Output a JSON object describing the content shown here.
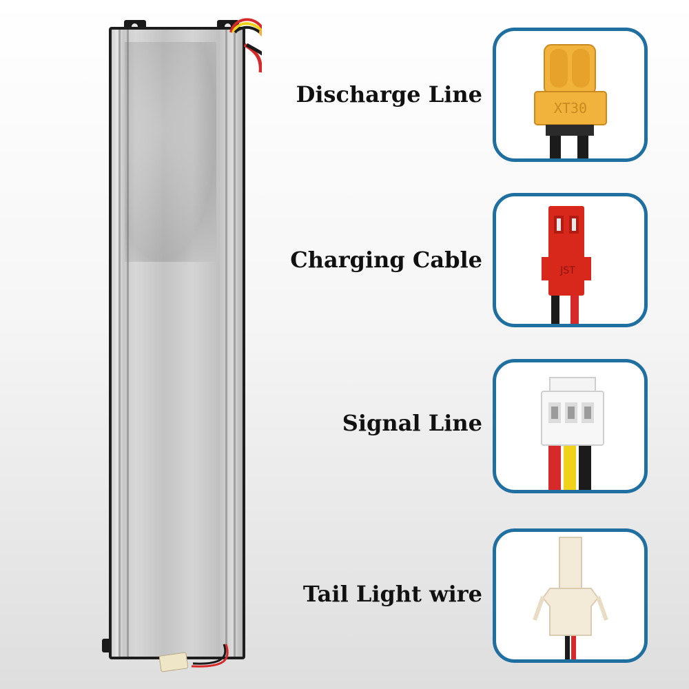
{
  "labels": {
    "discharge": "Discharge Line",
    "charging": "Charging Cable",
    "signal": "Signal Line",
    "tail_light": "Tail Light wire"
  },
  "connector_markings": {
    "xt30": "XT30",
    "jst": "JST"
  },
  "icons": [
    "xt30-connector-icon",
    "jst-connector-icon",
    "signal-connector-icon",
    "tail-light-connector-icon"
  ],
  "colors": {
    "card_border": "#1f6fa1",
    "xt30": "#f2b33d",
    "jst": "#d8281c",
    "wire_red": "#d7292a",
    "wire_yellow": "#f1d21a",
    "wire_black": "#1b1b1b"
  }
}
